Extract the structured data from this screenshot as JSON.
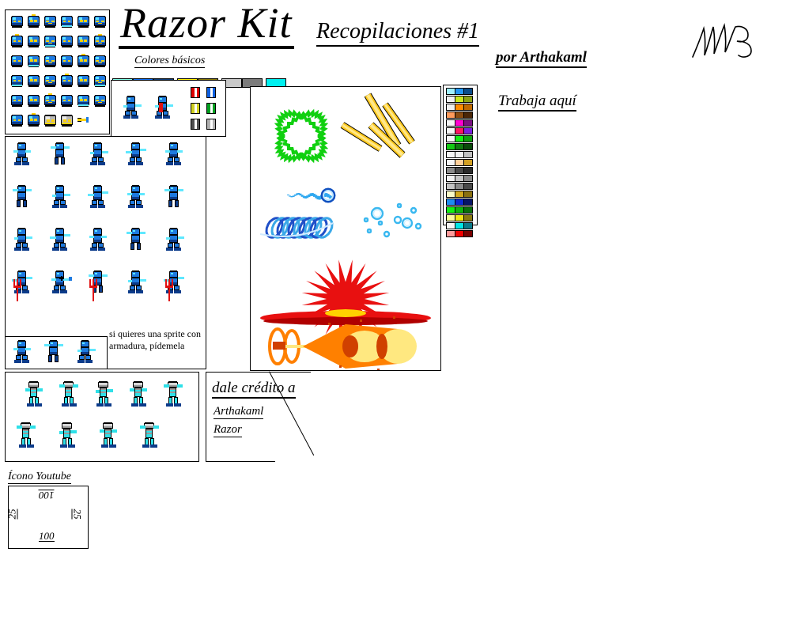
{
  "header": {
    "title": "Razor Kit",
    "subtitle": "Recopilaciones #1",
    "author": "por Arthakaml",
    "signature_alt": "handwritten-signature"
  },
  "labels": {
    "basic_colors": "Colores básicos",
    "work_here": "Trabaja aquí",
    "credit_head": "dale crédito a",
    "credit_name_1": "Arthakaml",
    "credit_name_2": "Razor",
    "youtube_icon": "Ícono Youtube",
    "armor_note": "si quieres una sprite con armadura, pídemela"
  },
  "youtube_box": {
    "dim_top": "100",
    "dim_bottom": "100",
    "dim_left": "25",
    "dim_right": "25"
  },
  "basic_palette": {
    "groups": [
      {
        "name": "blues",
        "colors": [
          "#7FFFE8",
          "#0B6EF5",
          "#0B3B7A"
        ]
      },
      {
        "name": "yellows",
        "colors": [
          "#FFF000",
          "#8A7A05"
        ]
      },
      {
        "name": "grays",
        "colors": [
          "#C9C9C9",
          "#7C7C7C"
        ]
      },
      {
        "name": "cyan",
        "colors": [
          "#00F0F0"
        ]
      }
    ]
  },
  "side_palette": {
    "rows": [
      [
        "#9FF0FF",
        "#2196F3",
        "#0B4E8A"
      ],
      [
        "#F0F0F0",
        "#C8E81E",
        "#8CA314"
      ],
      [
        "#F0F0F0",
        "#FF8C00",
        "#C06A00"
      ],
      [
        "#FF9B5C",
        "#8A4B10",
        "#4A2607"
      ],
      [
        "#F5F5F5",
        "#FF00D0",
        "#7A1080"
      ],
      [
        "#F5F5F5",
        "#FF1464",
        "#7B1EE0"
      ],
      [
        "#F5F5F5",
        "#14F014",
        "#0EA00E"
      ],
      [
        "#14C814",
        "#0E7A0E",
        "#0A4A0A"
      ],
      [
        "#F5F5F5",
        "#F0F0F0",
        "#C0C0C0"
      ],
      [
        "#F5F5F5",
        "#FFCF9B",
        "#D2A024"
      ],
      [
        "#8A8A8A",
        "#4A4A4A",
        "#2A2A2A"
      ],
      [
        "#F0F0F0",
        "#C4C4C4",
        "#8A8A8A"
      ],
      [
        "#C4C4C4",
        "#8A8A8A",
        "#4A4A4A"
      ],
      [
        "#FAFAC8",
        "#D2A81E",
        "#8A7010"
      ],
      [
        "#1E8CF0",
        "#0B28D2",
        "#071466"
      ],
      [
        "#14F014",
        "#0EB40E",
        "#0A6E0A"
      ],
      [
        "#FAFA9B",
        "#F0E614",
        "#8A7A10"
      ],
      [
        "#F5F5F5",
        "#00E6E6",
        "#0B7A8A"
      ],
      [
        "#FF9B9B",
        "#F00000",
        "#7A0000"
      ]
    ]
  },
  "cape_swatches": [
    {
      "name": "cape-red",
      "color": "#E00000"
    },
    {
      "name": "cape-blue",
      "color": "#1060E0"
    },
    {
      "name": "cape-yellow",
      "color": "#D0D020"
    },
    {
      "name": "cape-green",
      "color": "#00A020"
    },
    {
      "name": "cape-darkgray",
      "color": "#505050"
    },
    {
      "name": "cape-lightgray",
      "color": "#B0B0B0"
    }
  ],
  "sprite_colors": {
    "blue_light": "#5FE8FF",
    "blue_mid": "#1E7AE0",
    "blue_dark": "#0B3B8A",
    "accent_yellow": "#FFD200",
    "armor_gray_light": "#D8D8D8",
    "armor_gray_mid": "#9A9A9A",
    "cyan": "#2FE0E8",
    "red": "#E01010",
    "green_fx": "#10D010",
    "fire_orange": "#FF8000",
    "fire_yellow": "#FFE880",
    "outline": "#000000"
  },
  "panels": [
    {
      "name": "heads-panel",
      "sprites": "robot head sprites grid"
    },
    {
      "name": "capes-panel",
      "sprites": "two sprites + cape color variants"
    },
    {
      "name": "effects-panel",
      "sprites": "energy rings, slashes, projectiles, explosions"
    },
    {
      "name": "bodies-panel",
      "sprites": "blue robot body poses"
    },
    {
      "name": "armor-strip-panel",
      "sprites": "three small body sprites"
    },
    {
      "name": "armor-panel",
      "sprites": "armored robot poses"
    },
    {
      "name": "youtube-icon-panel",
      "sprites": "empty icon template"
    }
  ]
}
